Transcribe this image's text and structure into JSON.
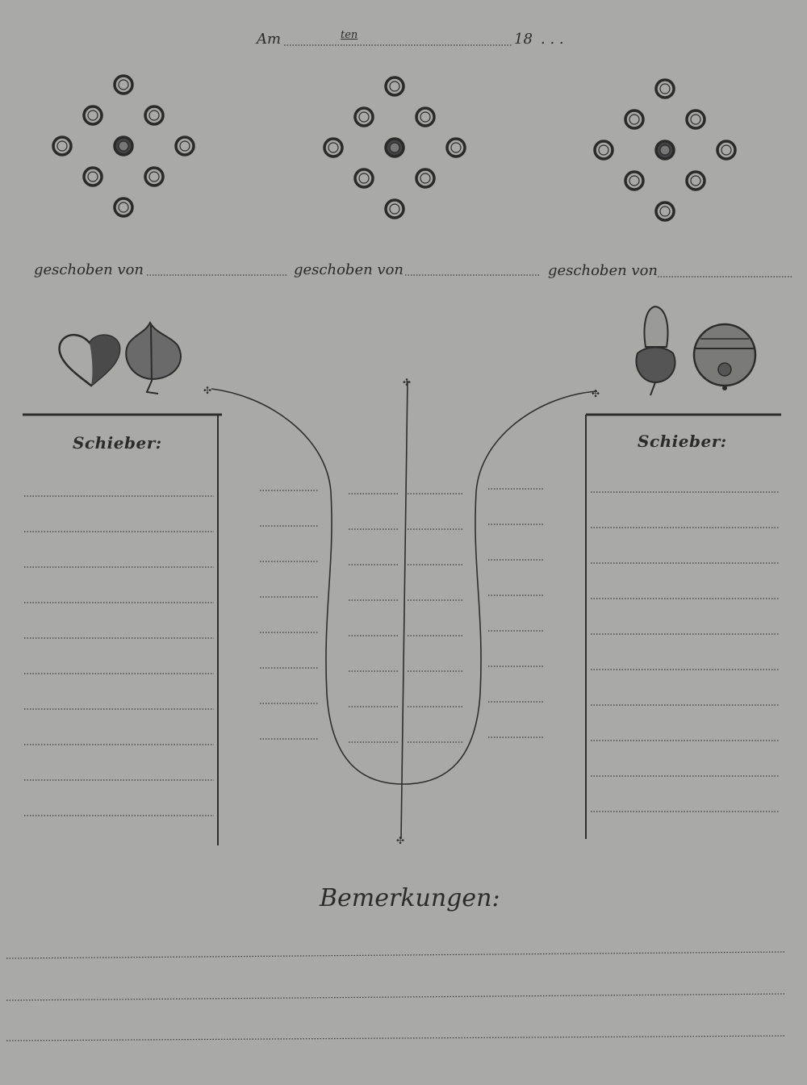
{
  "header": {
    "am_label": "Am",
    "ten_label": "ten",
    "year_prefix": "18",
    "trailing": ". . ."
  },
  "pin_diagrams": [
    {
      "label": "geschoben von"
    },
    {
      "label": "geschoben von"
    },
    {
      "label": "geschoben von"
    }
  ],
  "scorers": {
    "left_label": "Schieber:",
    "right_label": "Schieber:"
  },
  "remarks": {
    "label": "Bemerkungen:"
  },
  "suit_icons": {
    "left": [
      "heart-icon",
      "leaf-icon"
    ],
    "right": [
      "acorn-icon",
      "bell-icon"
    ]
  },
  "colors": {
    "paper": "#a9a9a7",
    "ink": "#2a2a2a"
  }
}
